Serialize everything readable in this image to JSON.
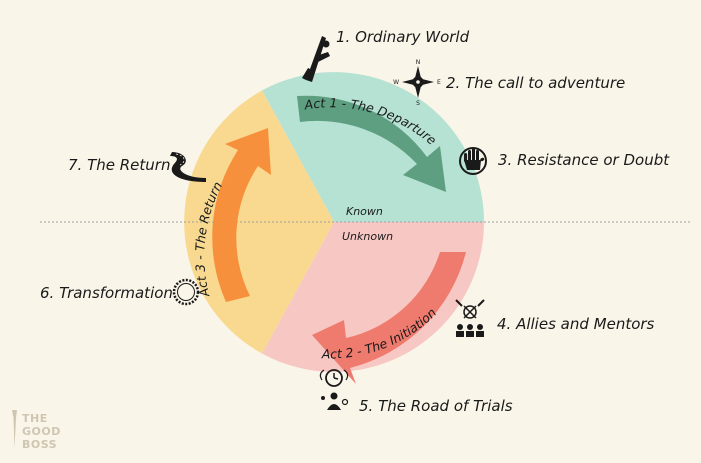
{
  "stages": [
    {
      "label": "1. Ordinary World",
      "icon": "running-figure-icon"
    },
    {
      "label": "2. The call to adventure",
      "icon": "compass-icon"
    },
    {
      "label": "3. Resistance or Doubt",
      "icon": "stop-hand-icon"
    },
    {
      "label": "4. Allies and Mentors",
      "icon": "crossed-swords-team-icon"
    },
    {
      "label": "5. The Road of Trials",
      "icon": "clock-person-icon"
    },
    {
      "label": "6. Transformation",
      "icon": "wreath-icon"
    },
    {
      "label": "7. The Return",
      "icon": "road-icon"
    }
  ],
  "acts": [
    {
      "label": "Act 1 - The Departure",
      "color": "#5e9f82"
    },
    {
      "label": "Act 2 - The Initiation",
      "color": "#ef7a6e"
    },
    {
      "label": "Act 3 - The Return",
      "color": "#f6903d"
    }
  ],
  "zones": {
    "known": "Known",
    "unknown": "Unknown"
  },
  "compass": {
    "n": "N",
    "s": "S",
    "e": "E",
    "w": "W"
  },
  "colors": {
    "act1_sector": "#b6e2d4",
    "act2_sector": "#f7c8c3",
    "act3_sector": "#f8d98f",
    "background": "#faf5e9"
  },
  "logo": {
    "line1": "THE",
    "line2": "GOOD",
    "line3": "BOSS"
  }
}
